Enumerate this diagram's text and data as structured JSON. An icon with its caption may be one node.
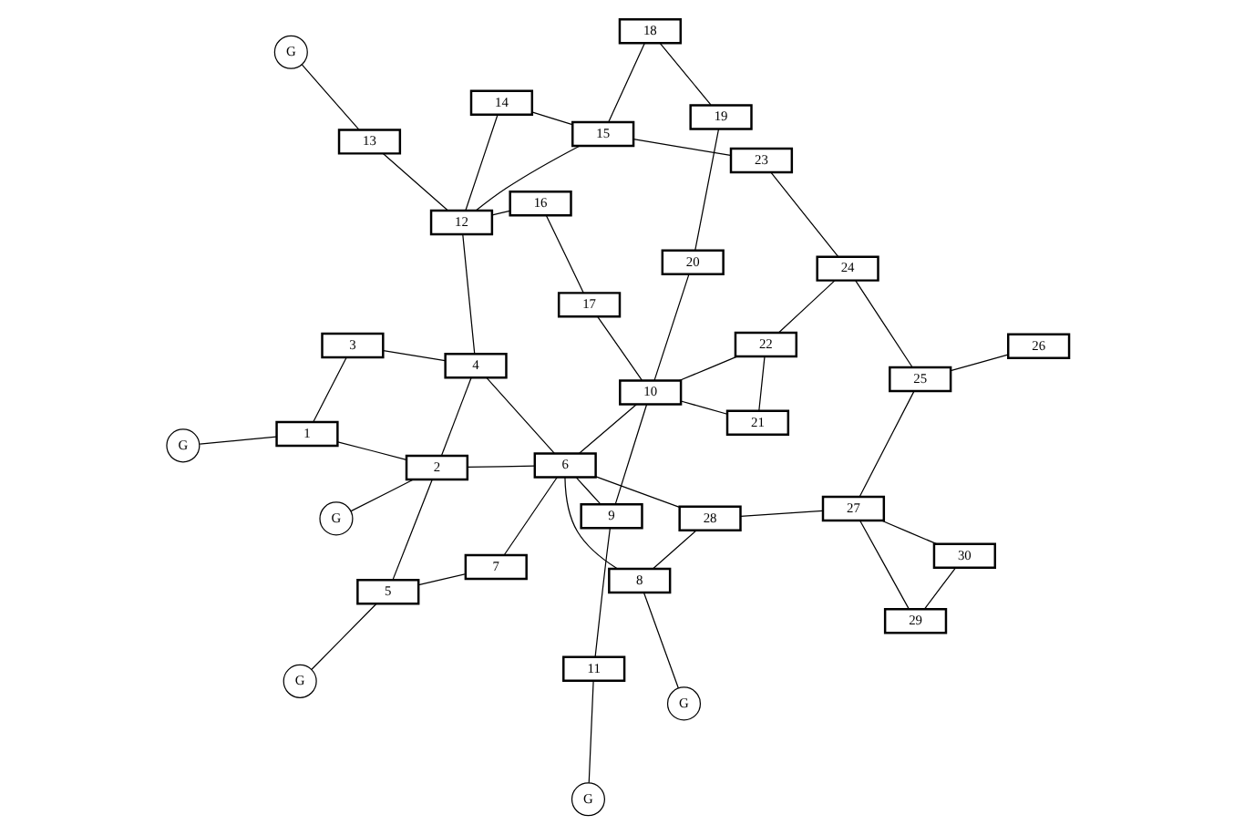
{
  "diagram": {
    "nodes": [
      {
        "text": [
          "1"
        ]
      },
      {
        "text": [
          "2"
        ]
      },
      {
        "text": [
          "3"
        ]
      },
      {
        "text": [
          "4"
        ]
      },
      {
        "text": [
          "5"
        ]
      },
      {
        "text": [
          "6"
        ]
      },
      {
        "text": [
          "7"
        ]
      },
      {
        "text": [
          "8"
        ]
      },
      {
        "text": [
          "9"
        ]
      },
      {
        "text": [
          "10"
        ]
      },
      {
        "text": [
          "11"
        ]
      },
      {
        "text": [
          "12"
        ]
      },
      {
        "text": [
          "13"
        ]
      },
      {
        "text": [
          "14"
        ]
      },
      {
        "text": [
          "15"
        ]
      },
      {
        "text": [
          "16"
        ]
      },
      {
        "text": [
          "17"
        ]
      },
      {
        "text": [
          "18"
        ]
      },
      {
        "text": [
          "19"
        ]
      },
      {
        "text": [
          "20"
        ]
      },
      {
        "text": [
          "21"
        ]
      },
      {
        "text": [
          "22"
        ]
      },
      {
        "text": [
          "23"
        ]
      },
      {
        "text": [
          "24"
        ]
      },
      {
        "text": [
          "25"
        ]
      },
      {
        "text": [
          "26"
        ]
      },
      {
        "text": [
          "27"
        ]
      },
      {
        "text": [
          "28"
        ]
      },
      {
        "text": [
          "29"
        ]
      },
      {
        "text": [
          "30"
        ]
      },
      {
        "text": [
          "G"
        ]
      },
      {
        "text": [
          "G"
        ]
      },
      {
        "text": [
          "G"
        ]
      },
      {
        "text": [
          "G"
        ]
      },
      {
        "text": [
          "G"
        ]
      },
      {
        "text": [
          "G"
        ]
      }
    ],
    "edges": [
      {
        "from": 0,
        "to": 1,
        "arrow": "none"
      },
      {
        "from": 0,
        "to": 2,
        "arrow": "none"
      },
      {
        "from": 1,
        "to": 3,
        "arrow": "none"
      },
      {
        "from": 2,
        "to": 3,
        "arrow": "none"
      },
      {
        "from": 1,
        "to": 4,
        "arrow": "none"
      },
      {
        "from": 1,
        "to": 5,
        "arrow": "none"
      },
      {
        "from": 3,
        "to": 5,
        "arrow": "none"
      },
      {
        "from": 4,
        "to": 6,
        "arrow": "none"
      },
      {
        "from": 5,
        "to": 6,
        "arrow": "none"
      },
      {
        "from": 5,
        "to": 7,
        "arrow": "none"
      },
      {
        "from": 5,
        "to": 8,
        "arrow": "none"
      },
      {
        "from": 5,
        "to": 9,
        "arrow": "none"
      },
      {
        "from": 8,
        "to": 10,
        "arrow": "none"
      },
      {
        "from": 8,
        "to": 9,
        "arrow": "none"
      },
      {
        "from": 3,
        "to": 11,
        "arrow": "none"
      },
      {
        "from": 11,
        "to": 12,
        "arrow": "none"
      },
      {
        "from": 11,
        "to": 13,
        "arrow": "none"
      },
      {
        "from": 11,
        "to": 14,
        "arrow": "none"
      },
      {
        "from": 11,
        "to": 15,
        "arrow": "none"
      },
      {
        "from": 13,
        "to": 14,
        "arrow": "none"
      },
      {
        "from": 15,
        "to": 16,
        "arrow": "none"
      },
      {
        "from": 14,
        "to": 17,
        "arrow": "none"
      },
      {
        "from": 17,
        "to": 18,
        "arrow": "none"
      },
      {
        "from": 18,
        "to": 19,
        "arrow": "none"
      },
      {
        "from": 9,
        "to": 19,
        "arrow": "none"
      },
      {
        "from": 9,
        "to": 16,
        "arrow": "none"
      },
      {
        "from": 9,
        "to": 20,
        "arrow": "none"
      },
      {
        "from": 9,
        "to": 21,
        "arrow": "none"
      },
      {
        "from": 20,
        "to": 21,
        "arrow": "none"
      },
      {
        "from": 14,
        "to": 22,
        "arrow": "none"
      },
      {
        "from": 21,
        "to": 23,
        "arrow": "none"
      },
      {
        "from": 22,
        "to": 23,
        "arrow": "none"
      },
      {
        "from": 23,
        "to": 24,
        "arrow": "none"
      },
      {
        "from": 24,
        "to": 25,
        "arrow": "none"
      },
      {
        "from": 24,
        "to": 26,
        "arrow": "none"
      },
      {
        "from": 27,
        "to": 26,
        "arrow": "none"
      },
      {
        "from": 26,
        "to": 28,
        "arrow": "none"
      },
      {
        "from": 26,
        "to": 29,
        "arrow": "none"
      },
      {
        "from": 28,
        "to": 29,
        "arrow": "none"
      },
      {
        "from": 7,
        "to": 27,
        "arrow": "none"
      },
      {
        "from": 5,
        "to": 27,
        "arrow": "none"
      },
      {
        "from": 30,
        "to": 0,
        "arrow": "none"
      },
      {
        "from": 31,
        "to": 1,
        "arrow": "none"
      },
      {
        "from": 32,
        "to": 4,
        "arrow": "none"
      },
      {
        "from": 33,
        "to": 7,
        "arrow": "none"
      },
      {
        "from": 34,
        "to": 10,
        "arrow": "none"
      },
      {
        "from": 35,
        "to": 12,
        "arrow": "none"
      }
    ]
  }
}
